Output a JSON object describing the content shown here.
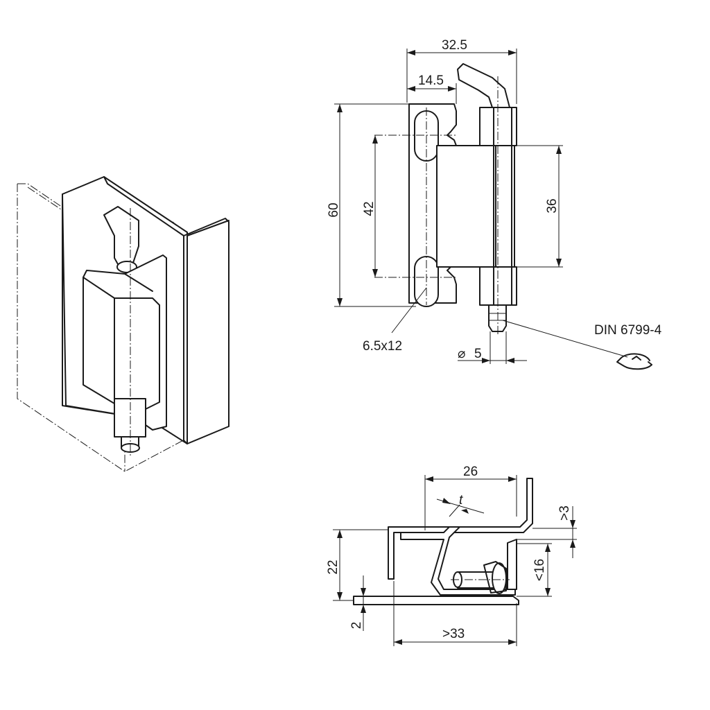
{
  "front_view": {
    "width_overall": "32.5",
    "leaf_width": "14.5",
    "height_overall": "60",
    "hole_spacing": "42",
    "sleeve_height": "36",
    "slot_size": "6.5x12",
    "pin_diameter_symbol": "⌀",
    "pin_diameter": "5",
    "retaining_ring": "DIN 6799-4"
  },
  "section_view": {
    "width_top": "26",
    "thickness": "t",
    "offset_top": ">3",
    "height": "22",
    "height_inner": "<16",
    "sheet_thickness": "2",
    "width_bottom": ">33"
  }
}
